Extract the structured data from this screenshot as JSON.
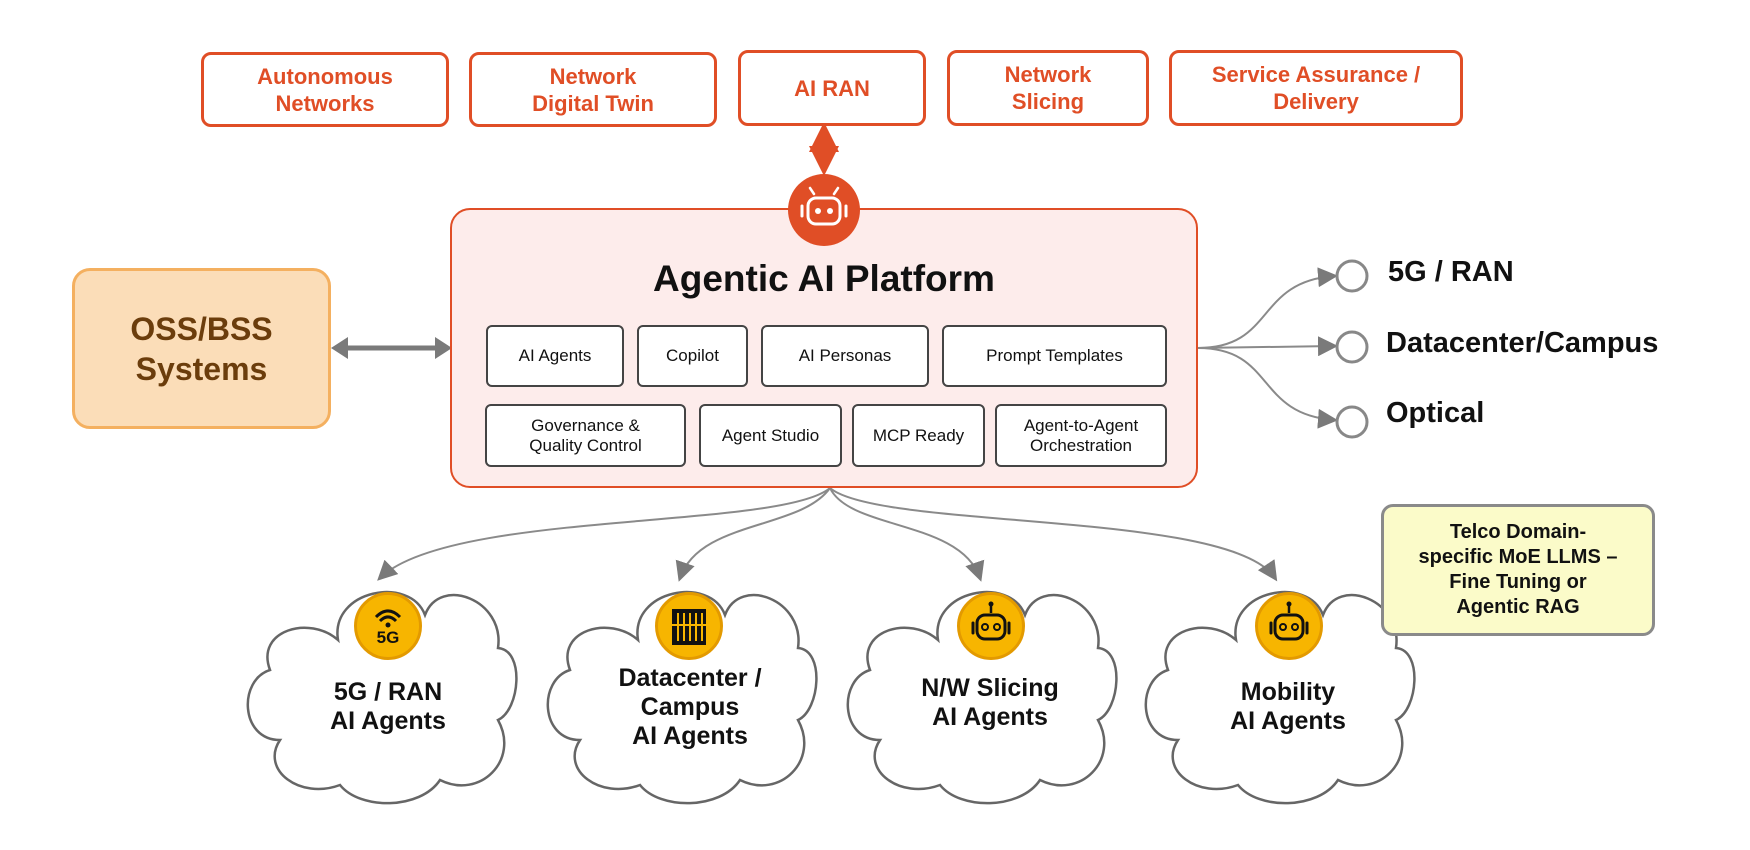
{
  "use_cases": [
    {
      "label": "Autonomous\nNetworks"
    },
    {
      "label": "Network\nDigital Twin"
    },
    {
      "label": "AI RAN"
    },
    {
      "label": "Network\nSlicing"
    },
    {
      "label": "Service Assurance /\nDelivery"
    }
  ],
  "oss": {
    "label": "OSS/BSS\nSystems"
  },
  "platform": {
    "title": "Agentic AI Platform",
    "icon": "robot-icon",
    "features_row1": [
      "AI Agents",
      "Copilot",
      "AI Personas",
      "Prompt Templates"
    ],
    "features_row2": [
      "Governance &\nQuality Control",
      "Agent Studio",
      "MCP Ready",
      "Agent-to-Agent\nOrchestration"
    ]
  },
  "targets": [
    {
      "label": "5G / RAN"
    },
    {
      "label": "Datacenter/Campus"
    },
    {
      "label": "Optical"
    }
  ],
  "clouds": [
    {
      "label": "5G / RAN\nAI Agents",
      "icon": "5g-signal-icon"
    },
    {
      "label": "Datacenter /\nCampus\nAI Agents",
      "icon": "server-rack-icon"
    },
    {
      "label": "N/W Slicing\nAI Agents",
      "icon": "robot-icon"
    },
    {
      "label": "Mobility\nAI Agents",
      "icon": "robot-icon"
    }
  ],
  "note": {
    "label": "Telco Domain-\nspecific MoE LLMS –\nFine Tuning or\nAgentic RAG"
  },
  "colors": {
    "accent": "#e04e26",
    "platform_bg": "#fdeceb",
    "oss_bg": "#fbddb8",
    "badge": "#f7b500",
    "note_bg": "#fbfbc9"
  }
}
